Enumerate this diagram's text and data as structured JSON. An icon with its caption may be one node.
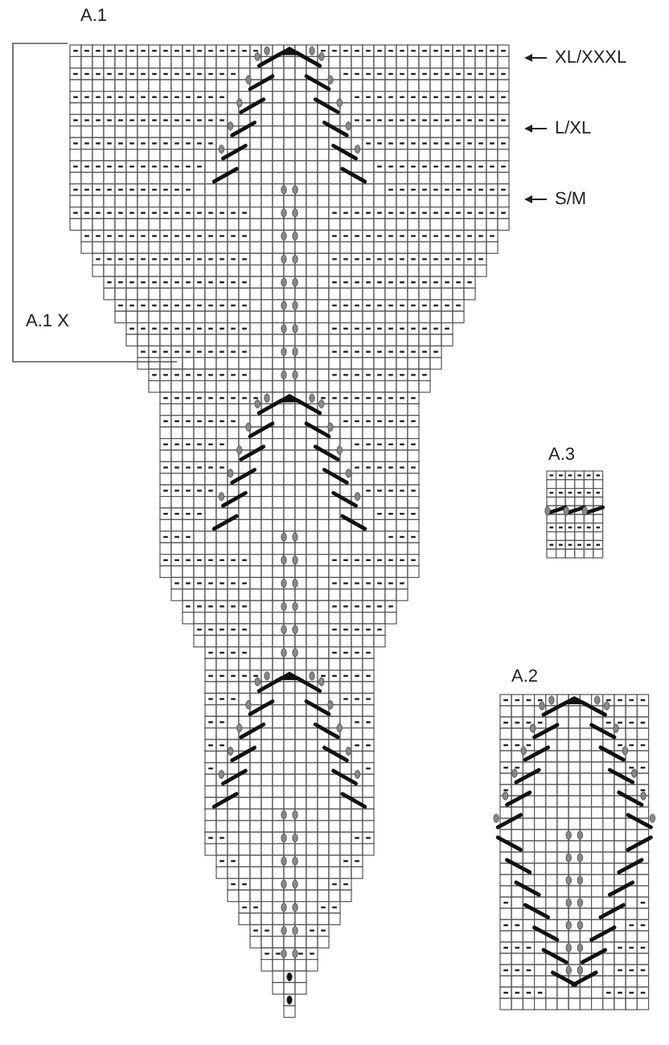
{
  "diagram": {
    "labels": [
      "A.1",
      "XL/XXXL",
      "L/XL",
      "S/M",
      "A.1 X",
      "A.3",
      "A.2"
    ]
  }
}
